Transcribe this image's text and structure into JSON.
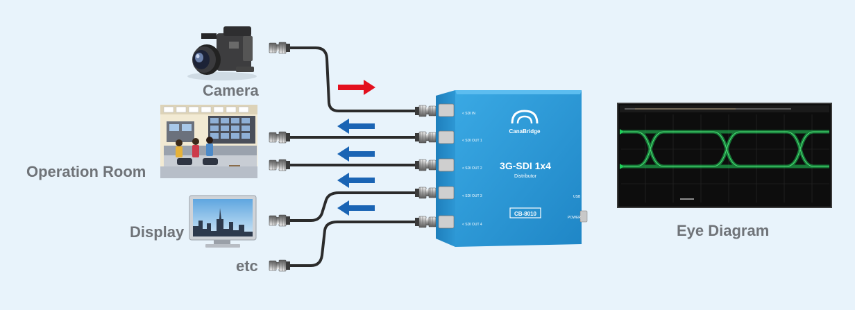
{
  "labels": {
    "camera": "Camera",
    "operation_room": "Operation Room",
    "display": "Display",
    "etc": "etc",
    "eye_diagram": "Eye Diagram"
  },
  "device": {
    "brand": "CanaBridge",
    "product": "3G-SDI 1x4",
    "subtitle": "Distributor",
    "model": "CB-8010",
    "ports": {
      "sdi_in": "< SDI IN",
      "out1": "< SDI OUT 1",
      "out2": "< SDI OUT 2",
      "out3": "< SDI OUT 3",
      "out4": "< SDI OUT 4",
      "usb": "USB",
      "power": "POWER"
    }
  },
  "colors": {
    "background": "#e8f3fb",
    "device_blue": "#2b9ad6",
    "arrow_in": "#e3101e",
    "arrow_out": "#1a64b4",
    "eye_trace": "#1fd05a"
  },
  "icons": {
    "camera": "video-camera-icon",
    "room": "operation-room-illustration",
    "display": "monitor-icon",
    "scope": "oscilloscope-eye-diagram"
  }
}
